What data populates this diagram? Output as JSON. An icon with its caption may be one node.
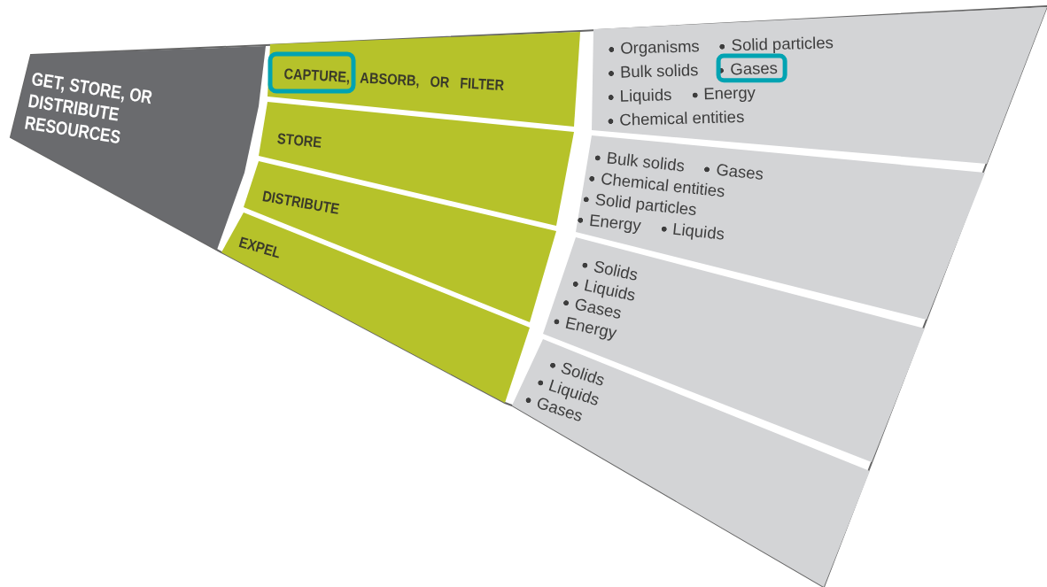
{
  "diagram": {
    "nodes": [
      {
        "text": [
          "GET, STORE, OR DISTRIBUTE RESOURCES"
        ]
      },
      {
        "text": [
          "CAPTURE, ABSORB, OR FILTER"
        ]
      },
      {
        "text": [
          "STORE"
        ]
      },
      {
        "text": [
          "DISTRIBUTE"
        ]
      },
      {
        "text": [
          "EXPEL"
        ]
      },
      {
        "text": [
          "Organisms",
          "Solid particles",
          "Bulk solids",
          "Gases",
          "Liquids",
          "Energy",
          "Chemical entities"
        ]
      },
      {
        "text": [
          "Bulk solids",
          "Gases",
          "Chemical entities",
          "Solid particles",
          "Energy",
          "Liquids"
        ]
      },
      {
        "text": [
          "Solids",
          "Liquids",
          "Gases",
          "Energy"
        ]
      },
      {
        "text": [
          "Solids",
          "Liquids",
          "Gases"
        ]
      }
    ],
    "edges": []
  }
}
